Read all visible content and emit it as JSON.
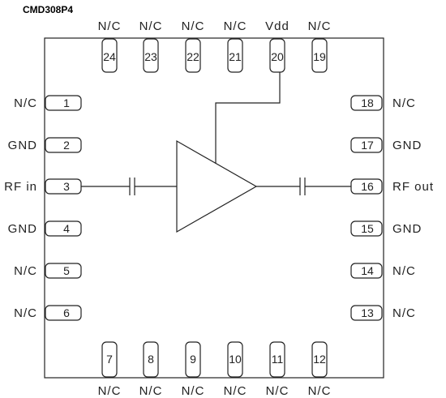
{
  "title": "CMD308P4",
  "pins": [
    {
      "num": "1",
      "label": "N/C"
    },
    {
      "num": "2",
      "label": "GND"
    },
    {
      "num": "3",
      "label": "RF in"
    },
    {
      "num": "4",
      "label": "GND"
    },
    {
      "num": "5",
      "label": "N/C"
    },
    {
      "num": "6",
      "label": "N/C"
    },
    {
      "num": "7",
      "label": "N/C"
    },
    {
      "num": "8",
      "label": "N/C"
    },
    {
      "num": "9",
      "label": "N/C"
    },
    {
      "num": "10",
      "label": "N/C"
    },
    {
      "num": "11",
      "label": "N/C"
    },
    {
      "num": "12",
      "label": "N/C"
    },
    {
      "num": "13",
      "label": "N/C"
    },
    {
      "num": "14",
      "label": "N/C"
    },
    {
      "num": "15",
      "label": "GND"
    },
    {
      "num": "16",
      "label": "RF out"
    },
    {
      "num": "17",
      "label": "GND"
    },
    {
      "num": "18",
      "label": "N/C"
    },
    {
      "num": "19",
      "label": "N/C"
    },
    {
      "num": "20",
      "label": "Vdd"
    },
    {
      "num": "21",
      "label": "N/C"
    },
    {
      "num": "22",
      "label": "N/C"
    },
    {
      "num": "23",
      "label": "N/C"
    },
    {
      "num": "24",
      "label": "N/C"
    }
  ]
}
